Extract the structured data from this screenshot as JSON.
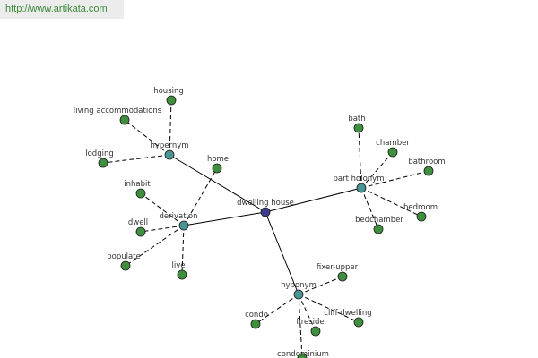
{
  "site": {
    "url": "http://www.artikata.com"
  },
  "colors": {
    "center": "#3d3d8c",
    "relation": "#4a9494",
    "leaf": "#3f8f3f",
    "stroke": "#1a1a1a"
  },
  "graph": {
    "nodes": [
      {
        "id": "dwelling-house",
        "label": "dwelling house",
        "kind": "center"
      },
      {
        "id": "hypernym",
        "label": "hypernym",
        "kind": "relation"
      },
      {
        "id": "derivation",
        "label": "derivation",
        "kind": "relation"
      },
      {
        "id": "part-holonym",
        "label": "part holonym",
        "kind": "relation"
      },
      {
        "id": "hyponym",
        "label": "hyponym",
        "kind": "relation"
      },
      {
        "id": "housing",
        "label": "housing",
        "kind": "leaf"
      },
      {
        "id": "living-accommodations",
        "label": "living accommodations",
        "kind": "leaf"
      },
      {
        "id": "lodging",
        "label": "lodging",
        "kind": "leaf"
      },
      {
        "id": "home",
        "label": "home",
        "kind": "leaf"
      },
      {
        "id": "inhabit",
        "label": "inhabit",
        "kind": "leaf"
      },
      {
        "id": "dwell",
        "label": "dwell",
        "kind": "leaf"
      },
      {
        "id": "populate",
        "label": "populate",
        "kind": "leaf"
      },
      {
        "id": "live",
        "label": "live",
        "kind": "leaf"
      },
      {
        "id": "bath",
        "label": "bath",
        "kind": "leaf"
      },
      {
        "id": "chamber",
        "label": "chamber",
        "kind": "leaf"
      },
      {
        "id": "bathroom",
        "label": "bathroom",
        "kind": "leaf"
      },
      {
        "id": "bedroom",
        "label": "bedroom",
        "kind": "leaf"
      },
      {
        "id": "bedchamber",
        "label": "bedchamber",
        "kind": "leaf"
      },
      {
        "id": "fixer-upper",
        "label": "fixer-upper",
        "kind": "leaf"
      },
      {
        "id": "condo",
        "label": "condo",
        "kind": "leaf"
      },
      {
        "id": "fireside",
        "label": "fireside",
        "kind": "leaf"
      },
      {
        "id": "cliff-dwelling",
        "label": "cliff dwelling",
        "kind": "leaf"
      },
      {
        "id": "condominium",
        "label": "condominium",
        "kind": "leaf"
      }
    ],
    "edges": [
      {
        "from": "dwelling-house",
        "to": "hypernym",
        "style": "solid"
      },
      {
        "from": "dwelling-house",
        "to": "derivation",
        "style": "solid"
      },
      {
        "from": "dwelling-house",
        "to": "part-holonym",
        "style": "solid"
      },
      {
        "from": "dwelling-house",
        "to": "hyponym",
        "style": "solid"
      },
      {
        "from": "hypernym",
        "to": "housing",
        "style": "dashed"
      },
      {
        "from": "hypernym",
        "to": "living-accommodations",
        "style": "dashed"
      },
      {
        "from": "hypernym",
        "to": "lodging",
        "style": "dashed"
      },
      {
        "from": "derivation",
        "to": "home",
        "style": "dashed"
      },
      {
        "from": "derivation",
        "to": "inhabit",
        "style": "dashed"
      },
      {
        "from": "derivation",
        "to": "dwell",
        "style": "dashed"
      },
      {
        "from": "derivation",
        "to": "populate",
        "style": "dashed"
      },
      {
        "from": "derivation",
        "to": "live",
        "style": "dashed"
      },
      {
        "from": "part-holonym",
        "to": "bath",
        "style": "dashed"
      },
      {
        "from": "part-holonym",
        "to": "chamber",
        "style": "dashed"
      },
      {
        "from": "part-holonym",
        "to": "bathroom",
        "style": "dashed"
      },
      {
        "from": "part-holonym",
        "to": "bedroom",
        "style": "dashed"
      },
      {
        "from": "part-holonym",
        "to": "bedchamber",
        "style": "dashed"
      },
      {
        "from": "hyponym",
        "to": "fixer-upper",
        "style": "dashed"
      },
      {
        "from": "hyponym",
        "to": "condo",
        "style": "dashed"
      },
      {
        "from": "hyponym",
        "to": "fireside",
        "style": "dashed"
      },
      {
        "from": "hyponym",
        "to": "cliff-dwelling",
        "style": "dashed"
      },
      {
        "from": "hyponym",
        "to": "condominium",
        "style": "dashed"
      }
    ]
  }
}
